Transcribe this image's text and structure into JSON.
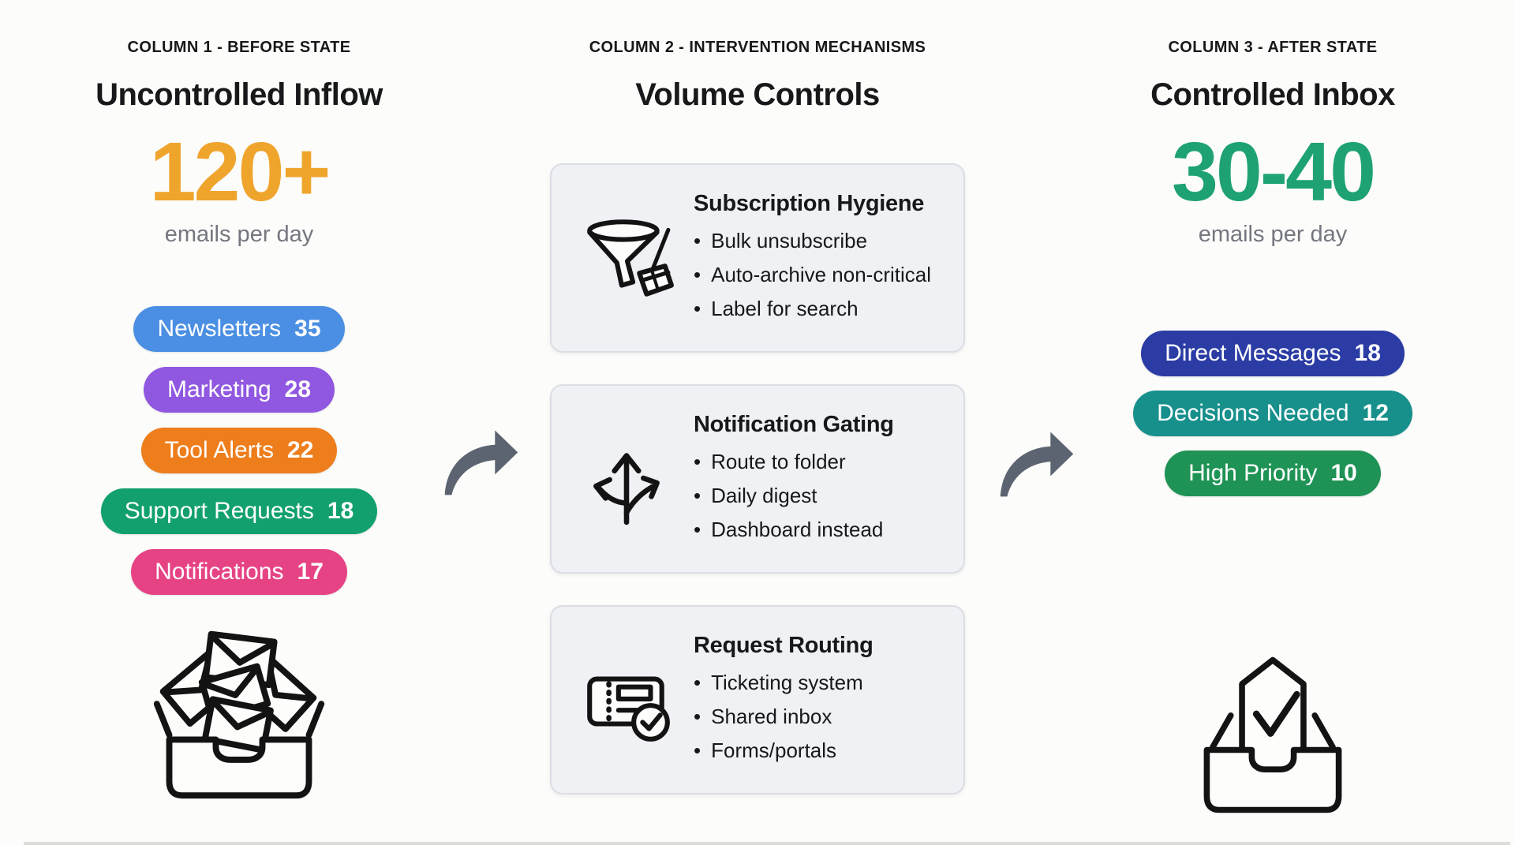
{
  "page": {
    "background": "#FCFCFA",
    "divider_color": "#DEDCD8"
  },
  "flow_arrows": {
    "color": "#5B6470",
    "icon": "curved-right-arrow"
  },
  "before": {
    "kicker": "COLUMN 1 - BEFORE STATE",
    "title": "Uncontrolled Inflow",
    "metric": {
      "value": "120+",
      "caption": "emails per day",
      "color": "#EFA42C"
    },
    "pills": [
      {
        "label": "Newsletters",
        "count": "35",
        "color": "#4A8FE3"
      },
      {
        "label": "Marketing",
        "count": "28",
        "color": "#9058E0"
      },
      {
        "label": "Tool Alerts",
        "count": "22",
        "color": "#EE7D1C"
      },
      {
        "label": "Support Requests",
        "count": "18",
        "color": "#12A16D"
      },
      {
        "label": "Notifications",
        "count": "17",
        "color": "#E64385"
      }
    ],
    "icon": "overflowing-inbox-icon"
  },
  "interventions": {
    "kicker": "COLUMN 2 - INTERVENTION MECHANISMS",
    "title": "Volume Controls",
    "cards": [
      {
        "icon": "funnel-broom-icon",
        "title": "Subscription Hygiene",
        "bullets": [
          "Bulk unsubscribe",
          "Auto-archive non-critical",
          "Label for search"
        ]
      },
      {
        "icon": "branching-arrows-icon",
        "title": "Notification Gating",
        "bullets": [
          "Route to folder",
          "Daily digest",
          "Dashboard instead"
        ]
      },
      {
        "icon": "ticket-check-icon",
        "title": "Request Routing",
        "bullets": [
          "Ticketing system",
          "Shared inbox",
          "Forms/portals"
        ]
      }
    ]
  },
  "after": {
    "kicker": "COLUMN 3 - AFTER STATE",
    "title": "Controlled Inbox",
    "metric": {
      "value": "30-40",
      "caption": "emails per day",
      "color": "#1EA273"
    },
    "pills": [
      {
        "label": "Direct Messages",
        "count": "18",
        "color": "#2B3CA4"
      },
      {
        "label": "Decisions Needed",
        "count": "12",
        "color": "#17908C"
      },
      {
        "label": "High Priority",
        "count": "10",
        "color": "#1F9355"
      }
    ],
    "icon": "inbox-check-icon"
  }
}
